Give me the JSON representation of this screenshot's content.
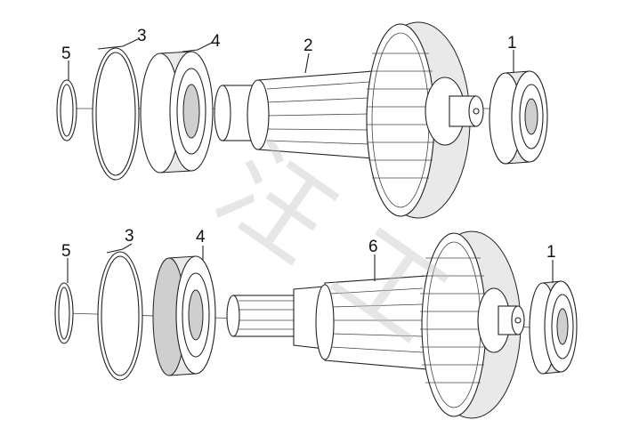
{
  "diagram": {
    "top_assembly": {
      "labels": [
        "5",
        "3",
        "4",
        "2",
        "1"
      ]
    },
    "bottom_assembly": {
      "labels": [
        "5",
        "3",
        "4",
        "6",
        "1"
      ]
    },
    "watermark": "汪 工"
  }
}
